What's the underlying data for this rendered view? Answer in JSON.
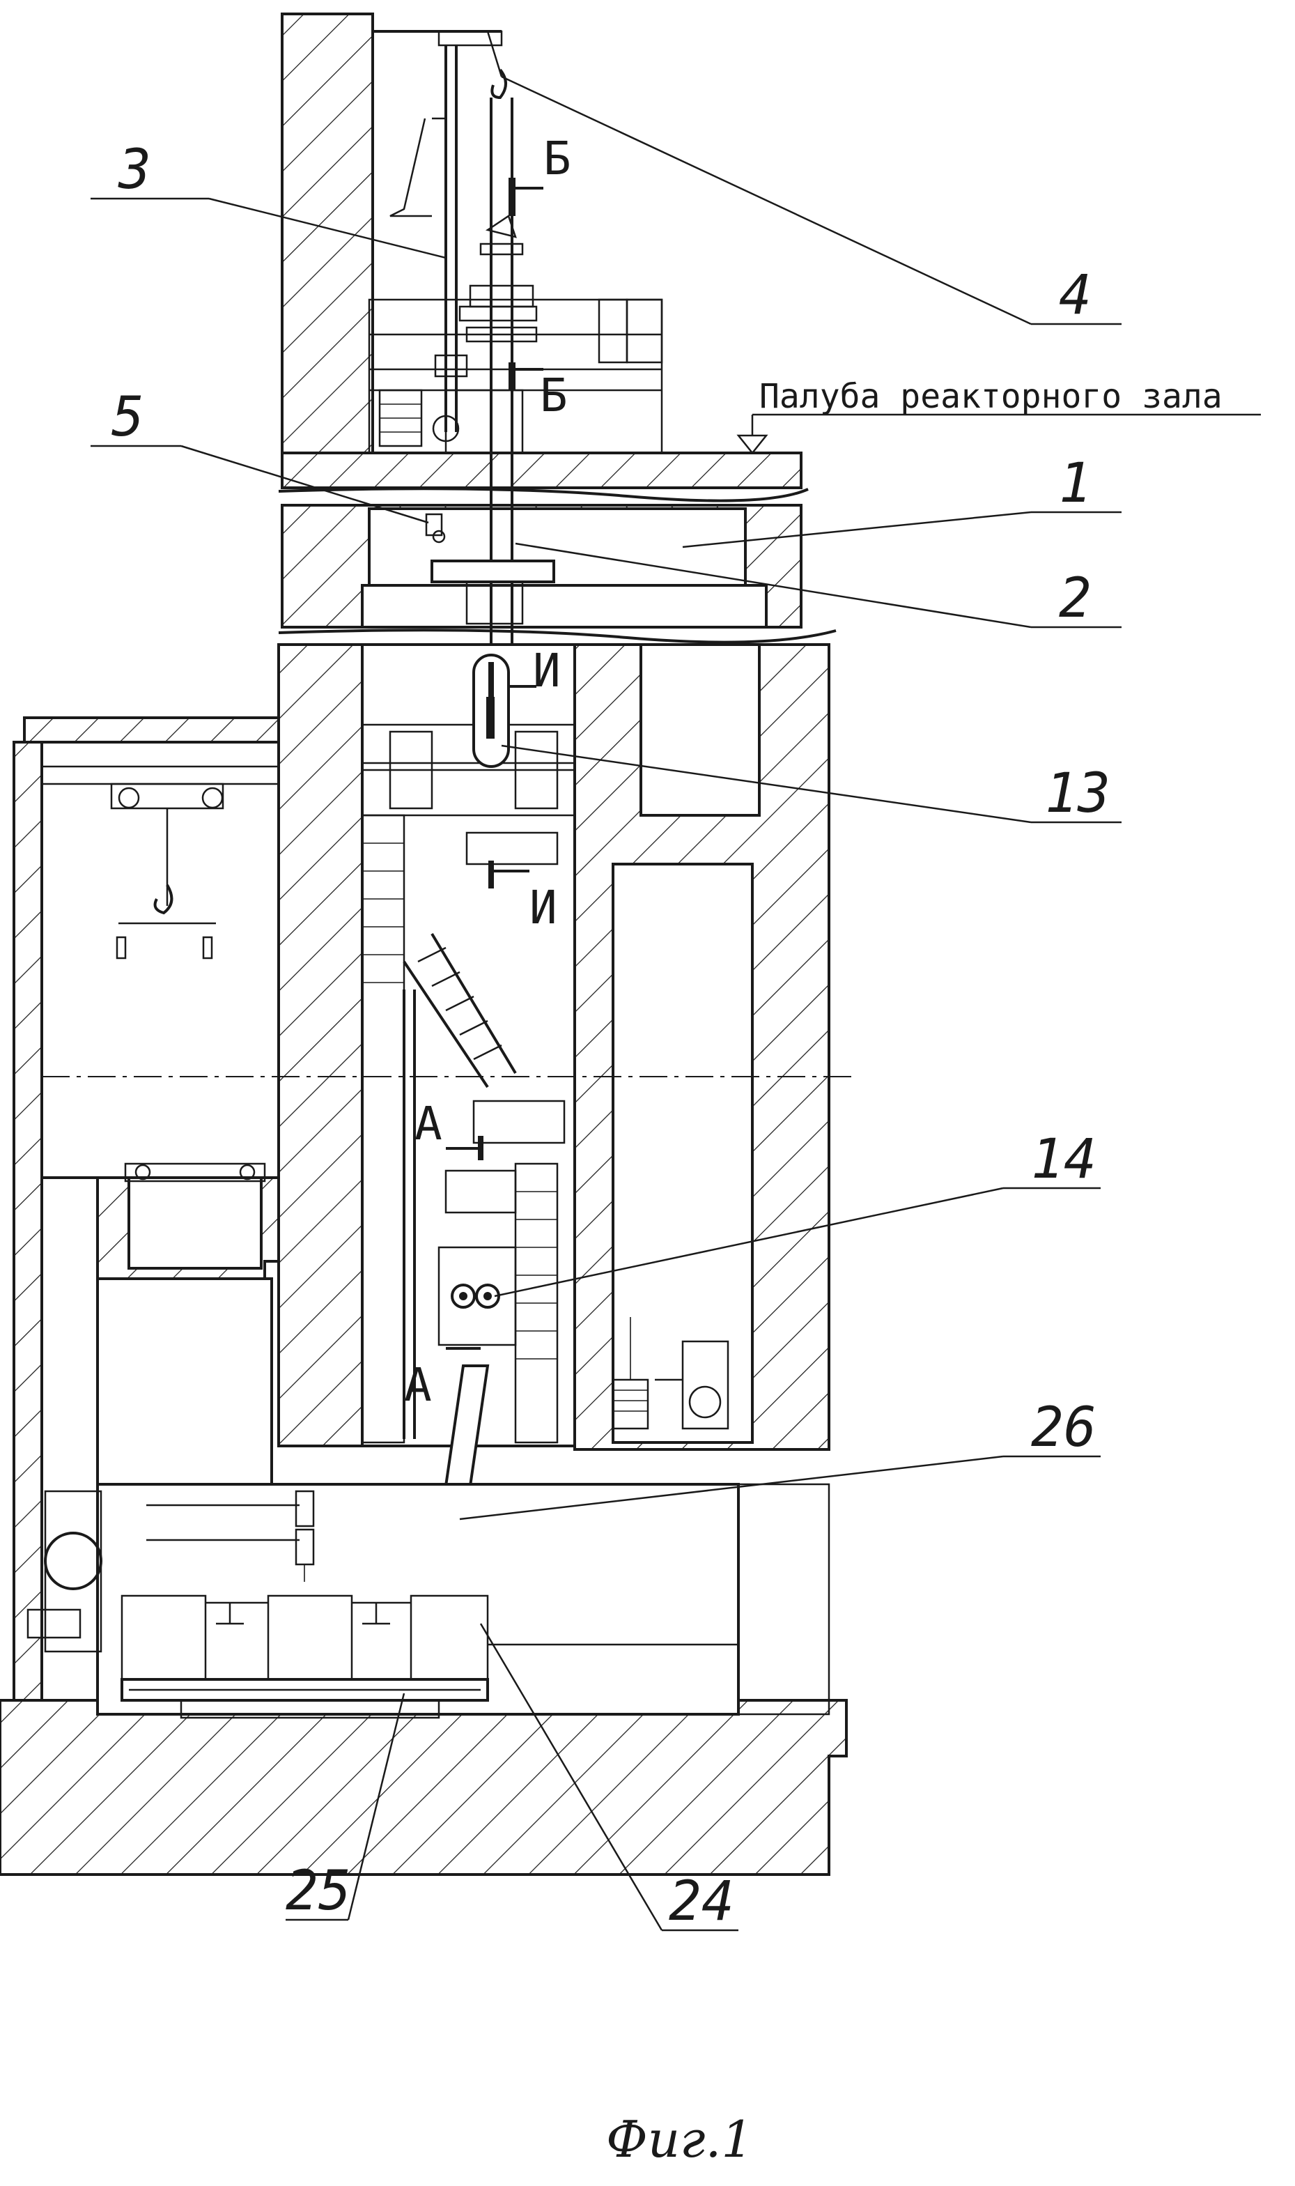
{
  "figure": {
    "caption": "Фиг.1",
    "deck_label": "Палуба реакторного зала"
  },
  "callouts": [
    {
      "id": "c3",
      "label": "3"
    },
    {
      "id": "c4",
      "label": "4"
    },
    {
      "id": "c5",
      "label": "5"
    },
    {
      "id": "c1",
      "label": "1"
    },
    {
      "id": "c2",
      "label": "2"
    },
    {
      "id": "c13",
      "label": "13"
    },
    {
      "id": "c14",
      "label": "14"
    },
    {
      "id": "c26",
      "label": "26"
    },
    {
      "id": "c25",
      "label": "25"
    },
    {
      "id": "c24",
      "label": "24"
    }
  ],
  "section_marks": {
    "b_top": "Б",
    "b_bottom": "Б",
    "i_top": "И",
    "i_bottom": "И",
    "a_top": "А",
    "a_bottom": "А"
  },
  "colors": {
    "ink": "#1a1a1a",
    "paper": "#ffffff"
  }
}
